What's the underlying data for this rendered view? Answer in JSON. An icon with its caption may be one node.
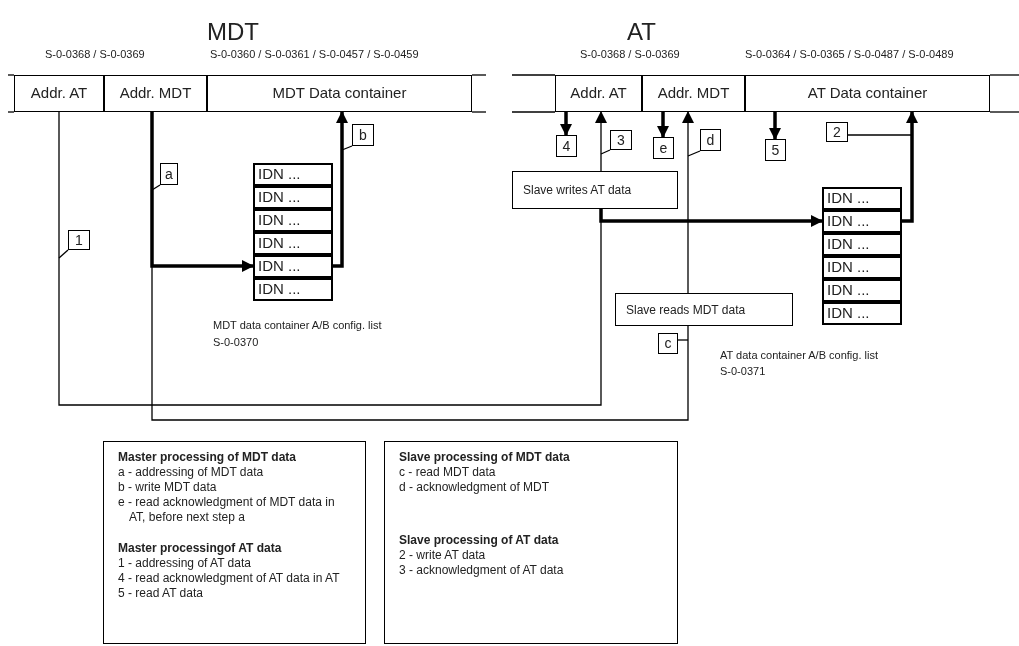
{
  "diagram": {
    "nodes": [
      {
        "text": [
          "Addr. AT"
        ]
      },
      {
        "text": [
          "Addr. MDT"
        ]
      },
      {
        "text": [
          "MDT Data container"
        ]
      },
      {
        "text": [
          "Addr. AT"
        ]
      },
      {
        "text": [
          "Addr. MDT"
        ]
      },
      {
        "text": [
          "AT Data container"
        ]
      },
      {
        "text": [
          "IDN ..."
        ]
      },
      {
        "text": [
          "IDN ..."
        ]
      },
      {
        "text": [
          "IDN ..."
        ]
      },
      {
        "text": [
          "IDN ..."
        ]
      },
      {
        "text": [
          "IDN ..."
        ]
      },
      {
        "text": [
          "IDN ..."
        ]
      },
      {
        "text": [
          "IDN ..."
        ]
      },
      {
        "text": [
          "IDN ..."
        ]
      },
      {
        "text": [
          "IDN ..."
        ]
      },
      {
        "text": [
          "IDN ..."
        ]
      },
      {
        "text": [
          "IDN ..."
        ]
      },
      {
        "text": [
          "IDN ..."
        ]
      },
      {
        "text": [
          "Slave writes AT data"
        ]
      },
      {
        "text": [
          "Slave reads MDT data"
        ]
      },
      {
        "text": [
          "a"
        ]
      },
      {
        "text": [
          "b"
        ]
      },
      {
        "text": [
          "1"
        ]
      },
      {
        "text": [
          "4"
        ]
      },
      {
        "text": [
          "3"
        ]
      },
      {
        "text": [
          "e"
        ]
      },
      {
        "text": [
          "d"
        ]
      },
      {
        "text": [
          "5"
        ]
      },
      {
        "text": [
          "2"
        ]
      },
      {
        "text": [
          "c"
        ]
      },
      {
        "text": [
          "Master processing of MDT data",
          "a - addressing of MDT data",
          "b - write MDT data",
          "e - read acknowledgment of MDT data in AT, before next step a",
          "Master processingof AT data",
          "1 - addressing of AT data",
          "4 - read acknowledgment of AT data in AT",
          "5 - read AT data"
        ]
      },
      {
        "text": [
          "Slave processing of MDT data",
          "c - read MDT data",
          "d - acknowledgment of MDT",
          "Slave processing of AT data",
          "2 - write AT data",
          "3 - acknowledgment of AT data"
        ]
      }
    ],
    "edges": [
      {
        "from": 0,
        "to": 18,
        "arrow": "none"
      },
      {
        "from": 18,
        "to": 3,
        "arrow": "to"
      },
      {
        "from": 18,
        "to": 13,
        "arrow": "to",
        "style": "thick"
      },
      {
        "from": 1,
        "to": 19,
        "arrow": "none"
      },
      {
        "from": 19,
        "to": 4,
        "arrow": "to"
      },
      {
        "from": 1,
        "to": 10,
        "arrow": "to",
        "style": "thick"
      },
      {
        "from": 10,
        "to": 2,
        "arrow": "to",
        "style": "thick"
      },
      {
        "from": 13,
        "to": 5,
        "arrow": "to",
        "style": "thick"
      },
      {
        "from": 3,
        "to": 23,
        "arrow": "to",
        "style": "thick"
      },
      {
        "from": 4,
        "to": 25,
        "arrow": "to",
        "style": "thick"
      },
      {
        "from": 5,
        "to": 27,
        "arrow": "to",
        "style": "thick"
      },
      {
        "from": 20,
        "to": null,
        "arrow": "none"
      },
      {
        "from": 21,
        "to": null,
        "arrow": "none"
      },
      {
        "from": 22,
        "to": null,
        "arrow": "none"
      },
      {
        "from": 24,
        "to": null,
        "arrow": "none"
      },
      {
        "from": 26,
        "to": null,
        "arrow": "none"
      },
      {
        "from": 28,
        "to": null,
        "arrow": "none"
      },
      {
        "from": 29,
        "to": null,
        "arrow": "none"
      }
    ],
    "labels": [
      "MDT",
      "S-0-0368 / S-0-0369",
      "S-0-0360 / S-0-0361 / S-0-0457 / S-0-0459",
      "AT",
      "S-0-0368 / S-0-0369",
      "S-0-0364 / S-0-0365 / S-0-0487 / S-0-0489",
      "MDT data container A/B config. list",
      "S-0-0370",
      "AT data container A/B config. list",
      "S-0-0371"
    ]
  }
}
